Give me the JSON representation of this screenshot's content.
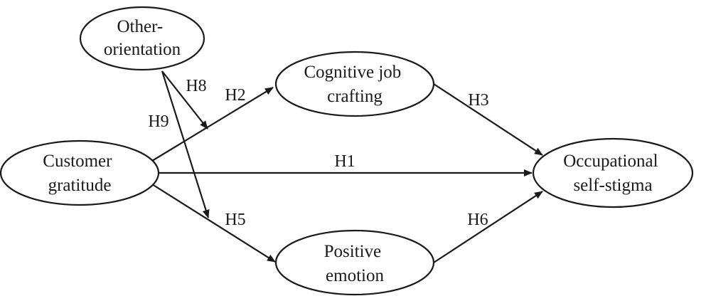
{
  "nodes": {
    "other_orientation": {
      "lines": [
        "Other-",
        "orientation"
      ]
    },
    "customer_gratitude": {
      "lines": [
        "Customer",
        "gratitude"
      ]
    },
    "cognitive_job_crafting": {
      "lines": [
        "Cognitive job",
        "crafting"
      ]
    },
    "positive_emotion": {
      "lines": [
        "Positive",
        "emotion"
      ]
    },
    "occupational_self_stigma": {
      "lines": [
        "Occupational",
        "self-stigma"
      ]
    }
  },
  "hypotheses": {
    "h1": "H1",
    "h2": "H2",
    "h3": "H3",
    "h5": "H5",
    "h6": "H6",
    "h8": "H8",
    "h9": "H9"
  },
  "colors": {
    "stroke": "#1a1a1a",
    "background": "#ffffff"
  }
}
